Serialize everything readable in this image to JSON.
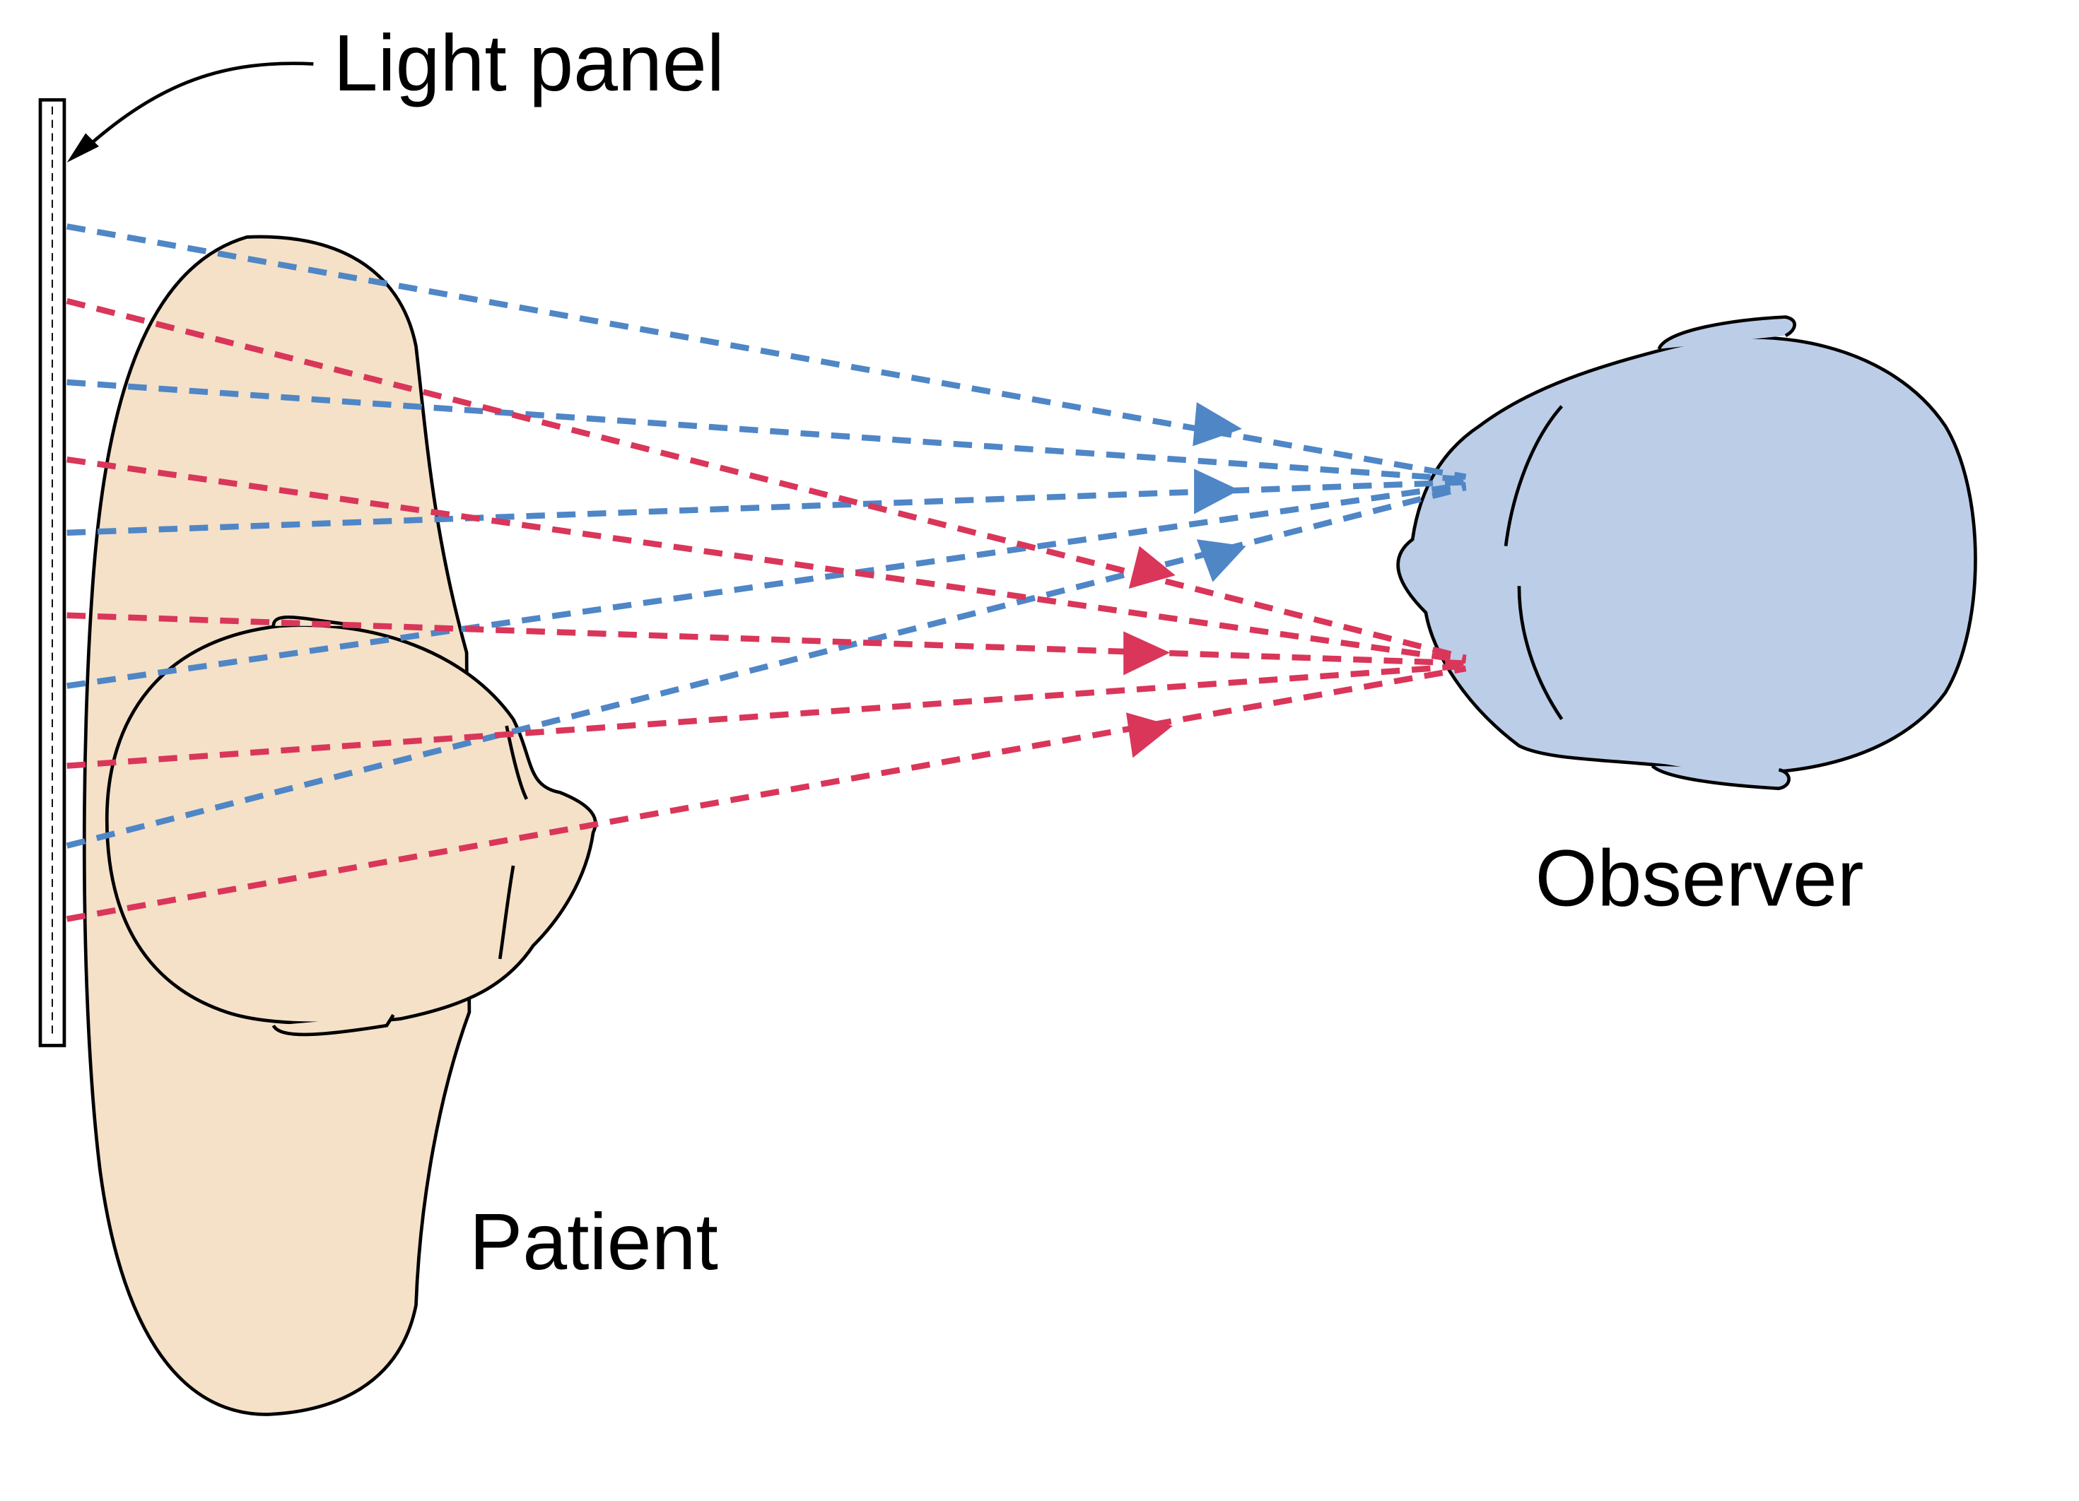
{
  "labels": {
    "light_panel": "Light panel",
    "patient": "Patient",
    "observer": "Observer"
  },
  "colors": {
    "blue_ray": "#4f86c6",
    "red_ray": "#d9365a",
    "patient_fill": "#f5e1c8",
    "observer_fill": "#bccde8"
  }
}
